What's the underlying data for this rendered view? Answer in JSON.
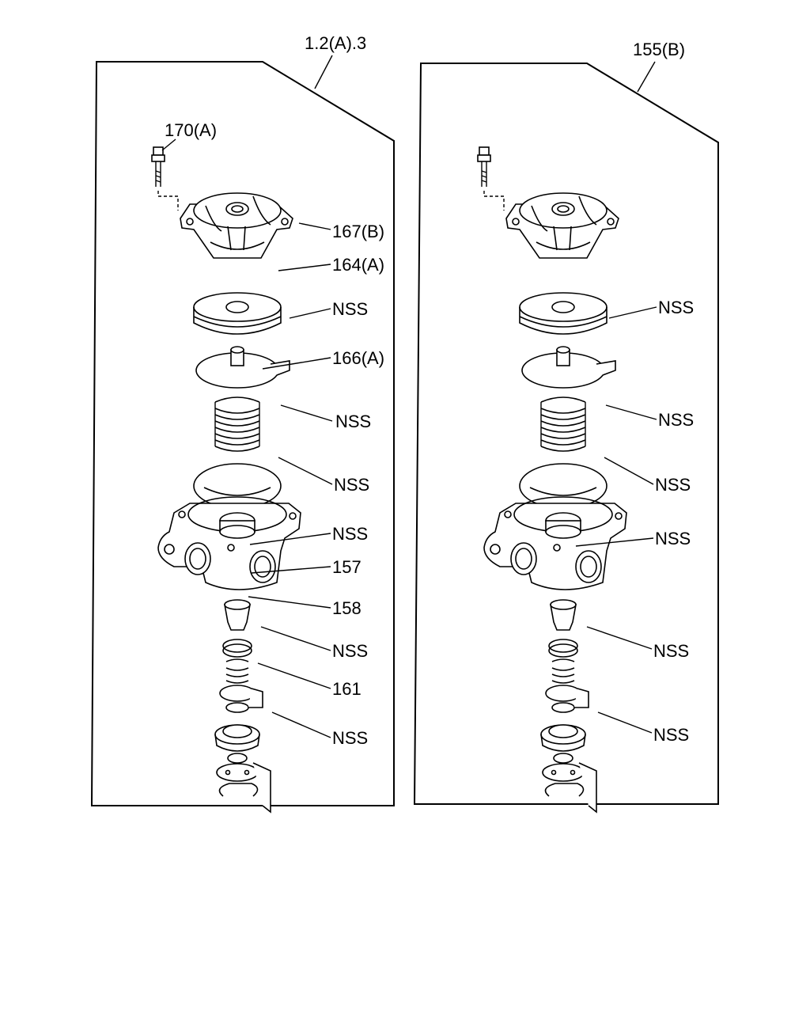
{
  "panels": [
    {
      "title": "1.2(A).3",
      "callouts": [
        "170(A)",
        "167(B)",
        "164(A)",
        "NSS",
        "166(A)",
        "NSS",
        "NSS",
        "NSS",
        "157",
        "158",
        "NSS",
        "161",
        "NSS"
      ]
    },
    {
      "title": "155(B)",
      "callouts": [
        "NSS",
        "NSS",
        "NSS",
        "NSS",
        "NSS",
        "NSS"
      ]
    }
  ]
}
